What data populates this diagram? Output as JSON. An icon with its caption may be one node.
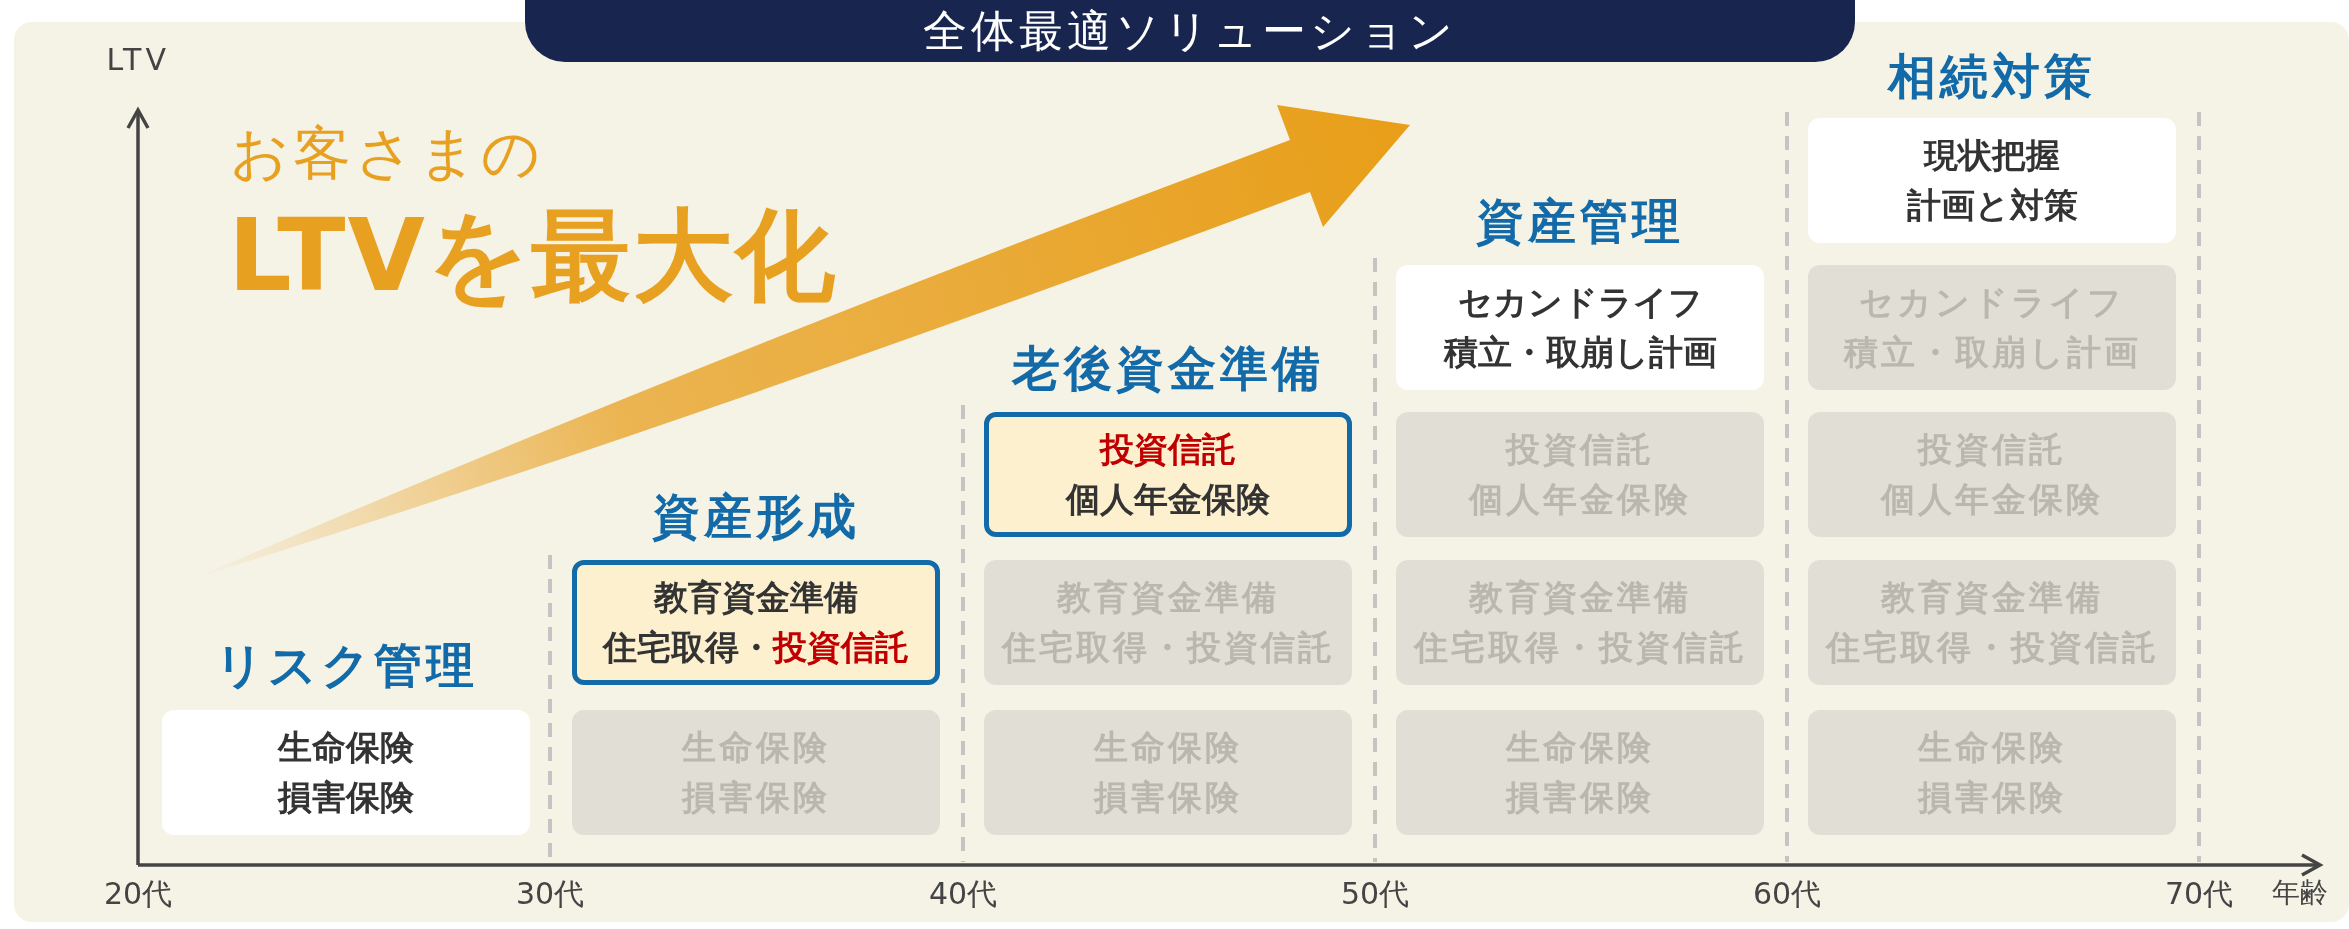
{
  "diagram": {
    "title": "全体最適ソリューション",
    "nodes": [
      {
        "text": [
          "生命保険",
          "損害保険"
        ]
      },
      {
        "text": [
          "教育資金準備",
          "住宅取得・",
          "投資信託"
        ]
      },
      {
        "text": [
          "生命保険",
          "損害保険"
        ]
      },
      {
        "text": [
          "投資信託",
          "個人年金保険"
        ]
      },
      {
        "text": [
          "教育資金準備",
          "住宅取得・投資信託"
        ]
      },
      {
        "text": [
          "生命保険",
          "損害保険"
        ]
      },
      {
        "text": [
          "セカンドライフ",
          "積立・取崩し計画"
        ]
      },
      {
        "text": [
          "投資信託",
          "個人年金保険"
        ]
      },
      {
        "text": [
          "教育資金準備",
          "住宅取得・投資信託"
        ]
      },
      {
        "text": [
          "生命保険",
          "損害保険"
        ]
      },
      {
        "text": [
          "現状把握",
          "計画と対策"
        ]
      },
      {
        "text": [
          "セカンドライフ",
          "積立・取崩し計画"
        ]
      },
      {
        "text": [
          "投資信託",
          "個人年金保険"
        ]
      },
      {
        "text": [
          "教育資金準備",
          "住宅取得・投資信託"
        ]
      },
      {
        "text": [
          "生命保険",
          "損害保険"
        ]
      }
    ],
    "labels": [
      "LTV",
      "お客さまの",
      "LTVを最大化",
      "相続対策",
      "資産管理",
      "老後資金準備",
      "資産形成",
      "リスク管理",
      "20代",
      "30代",
      "40代",
      "50代",
      "60代",
      "70代",
      "年齢"
    ]
  }
}
